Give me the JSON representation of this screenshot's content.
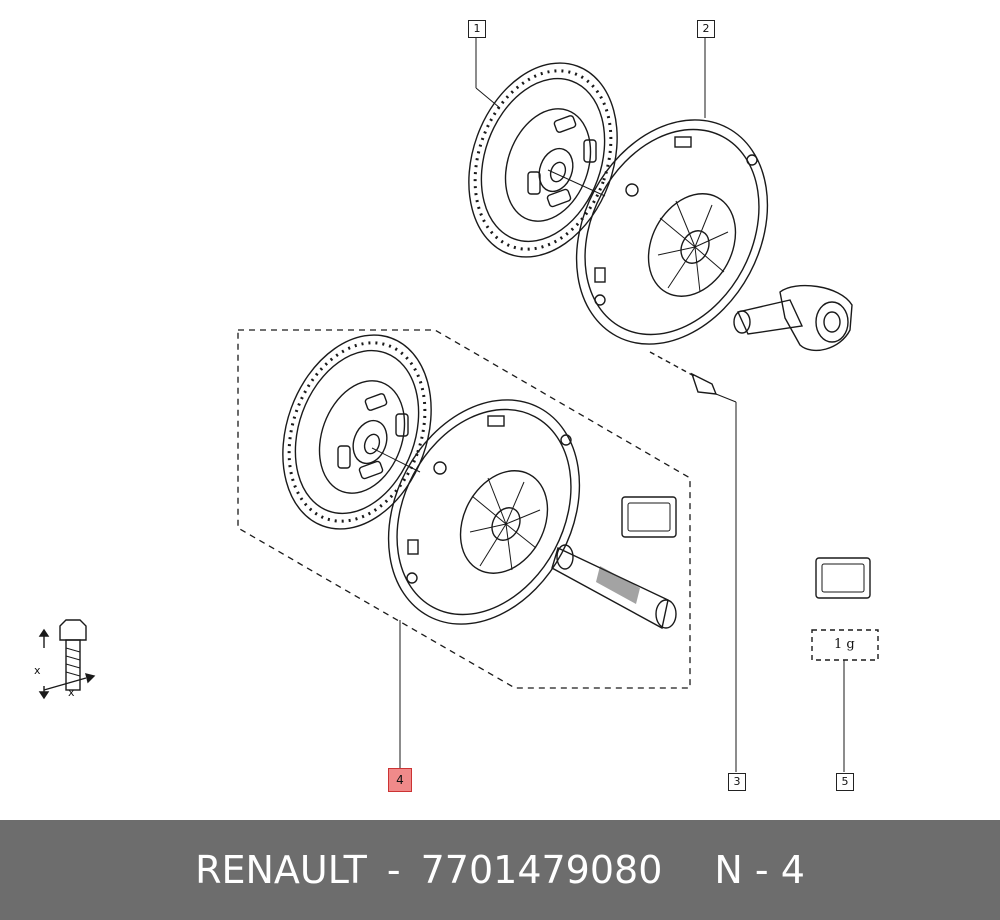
{
  "callouts": {
    "c1": "1",
    "c2": "2",
    "c3": "3",
    "c4": "4",
    "c5": "5"
  },
  "quantity": "1 g",
  "dimension_marks": {
    "x_left": "x",
    "x_bottom": "x"
  },
  "footer": {
    "brand": "RENAULT",
    "separator": "-",
    "part_number": "7701479080",
    "ref": "N - 4"
  },
  "colors": {
    "footer_bg": "#6d6d6d",
    "highlight": "#f08a8a"
  }
}
